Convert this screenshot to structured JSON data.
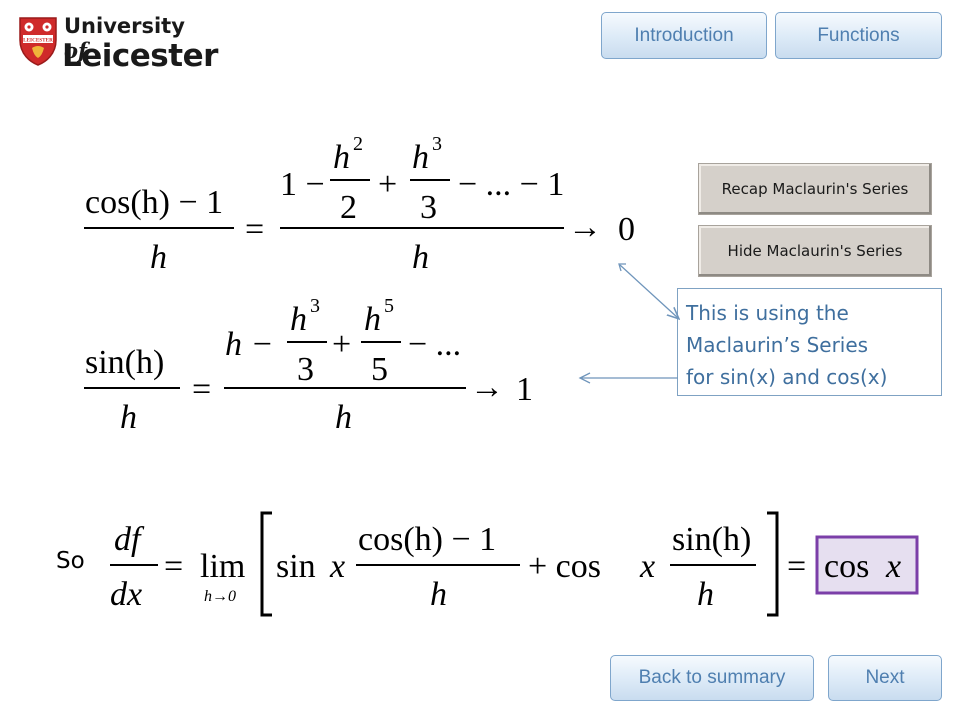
{
  "logo": {
    "line1_main": "University",
    "line1_suffix": "of",
    "line2": "Leicester",
    "shield_text": "LEICESTER",
    "colors": {
      "shield": "#cf2a2a",
      "text": "#1a1a1a"
    }
  },
  "nav": {
    "introduction": "Introduction",
    "functions": "Functions",
    "back_to_summary": "Back to summary",
    "next": "Next"
  },
  "buttons": {
    "recap": "Recap Maclaurin's Series",
    "hide": "Hide Maclaurin's Series"
  },
  "callout": {
    "line1": "This is using the",
    "line2": "Maclaurin’s Series",
    "line3": "for sin(x) and cos(x)"
  },
  "equations": {
    "cos_limit": {
      "lhs_num": "cos(h) − 1",
      "lhs_den": "h",
      "t1": "1 −",
      "t2_num": "h",
      "t2_sup": "2",
      "t2_den": "2",
      "plus": "+",
      "t3_num": "h",
      "t3_sup": "3",
      "t3_den": "3",
      "tail": "− ... − 1",
      "den": "h",
      "arrow": "→",
      "result": "0",
      "eq": "="
    },
    "sin_limit": {
      "lhs_num": "sin(h)",
      "lhs_den": "h",
      "t1": "h −",
      "t2_num": "h",
      "t2_sup": "3",
      "t2_den": "3",
      "plus": "+",
      "t3_num": "h",
      "t3_sup": "5",
      "t3_den": "5",
      "tail": "− ...",
      "den": "h",
      "arrow": "→",
      "result": "1",
      "eq": "="
    },
    "derivative": {
      "so": "So",
      "lhs_num": "df",
      "lhs_den": "dx",
      "eq": "=",
      "lim": "lim",
      "lim_sub": "h→0",
      "sinx": "sin",
      "x1": "x",
      "f1_num": "cos(h) − 1",
      "f1_den": "h",
      "plus": "+ cos",
      "x2": "x",
      "f2_num": "sin(h)",
      "f2_den": "h",
      "eq2": "=",
      "result_cos": "cos",
      "result_x": "x"
    }
  },
  "colors": {
    "nav_text": "#4f7fb0",
    "callout_text": "#3f6f9e",
    "result_box_fill": "#e6dff0",
    "result_box_border": "#7b3fa8"
  }
}
